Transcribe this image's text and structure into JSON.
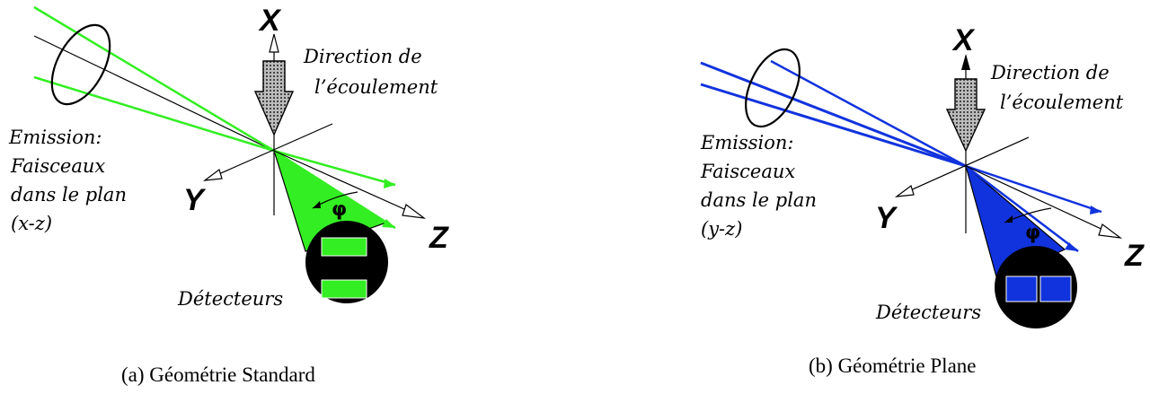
{
  "colors": {
    "standard_beam": "#33ee22",
    "plane_beam": "#1133dd",
    "arrow_fill": "#888888",
    "outline": "#000000"
  },
  "panels": [
    {
      "id": "a",
      "axis_x": "X",
      "axis_y": "Y",
      "axis_z": "Z",
      "phi": "φ",
      "flow_label_1": "Direction de",
      "flow_label_2": "l’écoulement",
      "emission_1": "Emission:",
      "emission_2": "Faisceaux",
      "emission_3": "dans le plan",
      "emission_4": "(x-z)",
      "detectors": "Détecteurs",
      "caption": "(a) Géométrie Standard"
    },
    {
      "id": "b",
      "axis_x": "X",
      "axis_y": "Y",
      "axis_z": "Z",
      "phi": "φ",
      "flow_label_1": "Direction de",
      "flow_label_2": "l’écoulement",
      "emission_1": "Emission:",
      "emission_2": "Faisceaux",
      "emission_3": "dans le plan",
      "emission_4": "(y-z)",
      "detectors": "Détecteurs",
      "caption": "(b) Géométrie Plane"
    }
  ]
}
